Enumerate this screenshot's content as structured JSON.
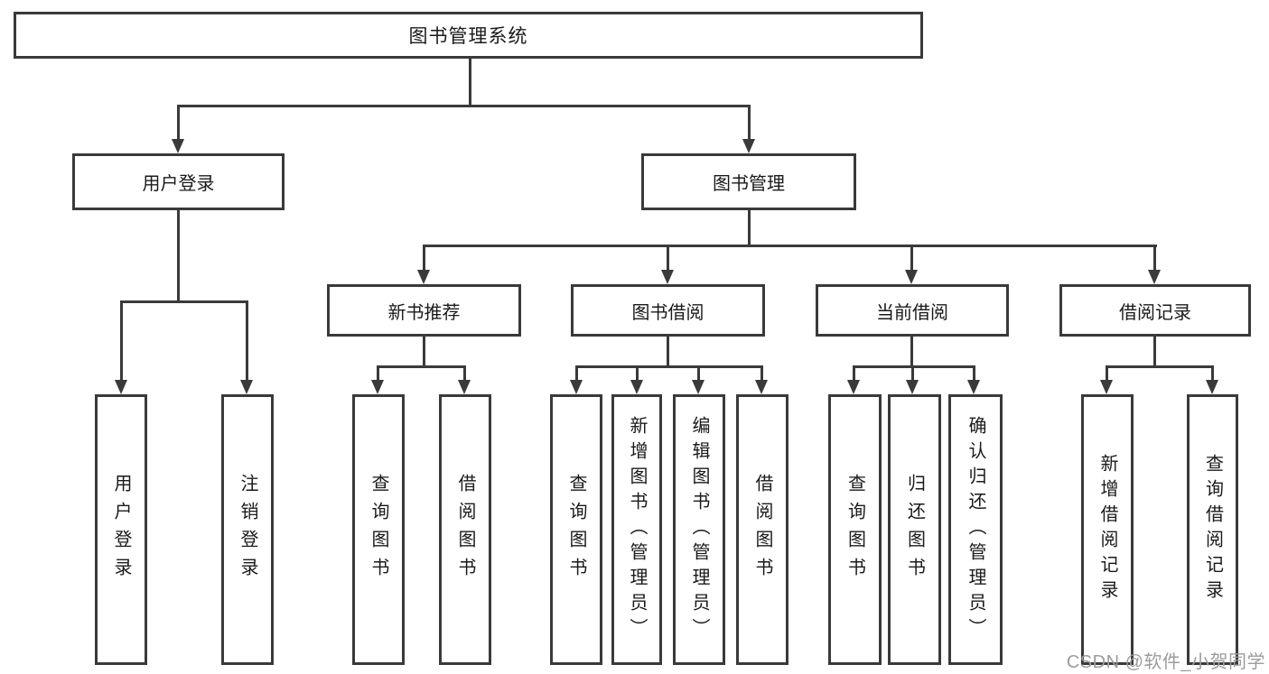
{
  "tree": {
    "root": {
      "label": "图书管理系统"
    },
    "children": [
      {
        "label": "用户登录",
        "children": [
          {
            "label": "用户登录"
          },
          {
            "label": "注销登录"
          }
        ]
      },
      {
        "label": "图书管理",
        "children": [
          {
            "label": "新书推荐",
            "children": [
              {
                "label": "查询图书"
              },
              {
                "label": "借阅图书"
              }
            ]
          },
          {
            "label": "图书借阅",
            "children": [
              {
                "label": "查询图书"
              },
              {
                "label": "新增图书（管理员）"
              },
              {
                "label": "编辑图书（管理员）"
              },
              {
                "label": "借阅图书"
              }
            ]
          },
          {
            "label": "当前借阅",
            "children": [
              {
                "label": "查询图书"
              },
              {
                "label": "归还图书"
              },
              {
                "label": "确认归还（管理员）"
              }
            ]
          },
          {
            "label": "借阅记录",
            "children": [
              {
                "label": "新增借阅记录"
              },
              {
                "label": "查询借阅记录"
              }
            ]
          }
        ]
      }
    ]
  },
  "watermark": {
    "text": "CSDN @软件_小贺同学"
  },
  "colors": {
    "line": "#3a3a3a",
    "text": "#1a1a1a",
    "watermark": "#9c9c9c",
    "background": "#ffffff"
  }
}
